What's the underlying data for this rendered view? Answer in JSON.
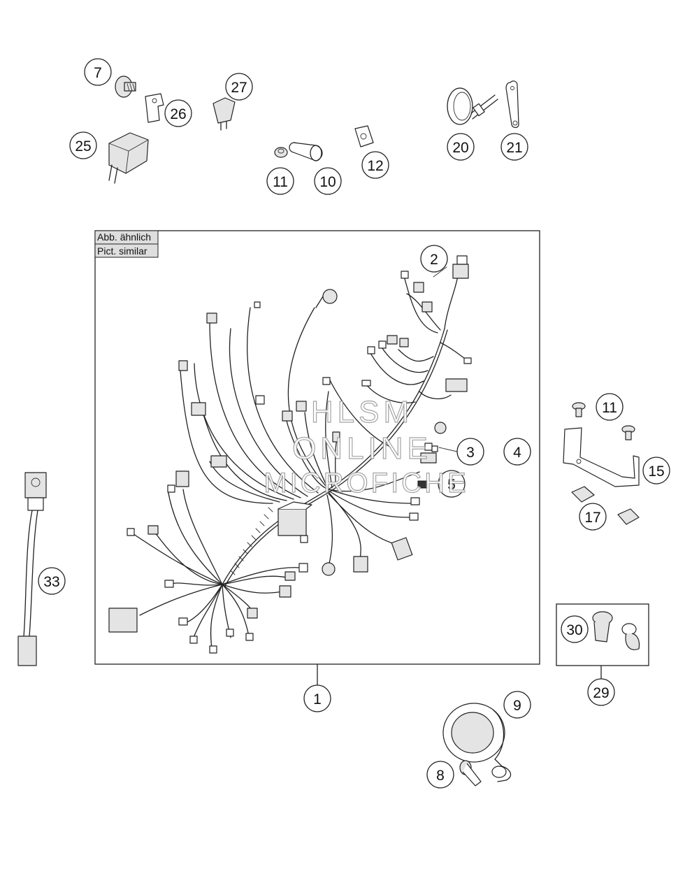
{
  "note": {
    "line1": "Abb. ähnlich",
    "line2": "Pict. similar"
  },
  "watermark": {
    "line1": "HLSM",
    "line2": "ONLINE",
    "line3": "MICROFICHE"
  },
  "callouts": [
    {
      "label": "7"
    },
    {
      "label": "26"
    },
    {
      "label": "27"
    },
    {
      "label": "25"
    },
    {
      "label": "20"
    },
    {
      "label": "21"
    },
    {
      "label": "11"
    },
    {
      "label": "10"
    },
    {
      "label": "12"
    },
    {
      "label": "2"
    },
    {
      "label": "3"
    },
    {
      "label": "4"
    },
    {
      "label": "5"
    },
    {
      "label": "11"
    },
    {
      "label": "15"
    },
    {
      "label": "17"
    },
    {
      "label": "33"
    },
    {
      "label": "30"
    },
    {
      "label": "29"
    },
    {
      "label": "1"
    },
    {
      "label": "9"
    },
    {
      "label": "8"
    }
  ],
  "colors": {
    "line": "#222222",
    "part_fill": "#e4e4e4",
    "note_fill": "#dedede",
    "watermark_outline": "#9a9a9a"
  }
}
